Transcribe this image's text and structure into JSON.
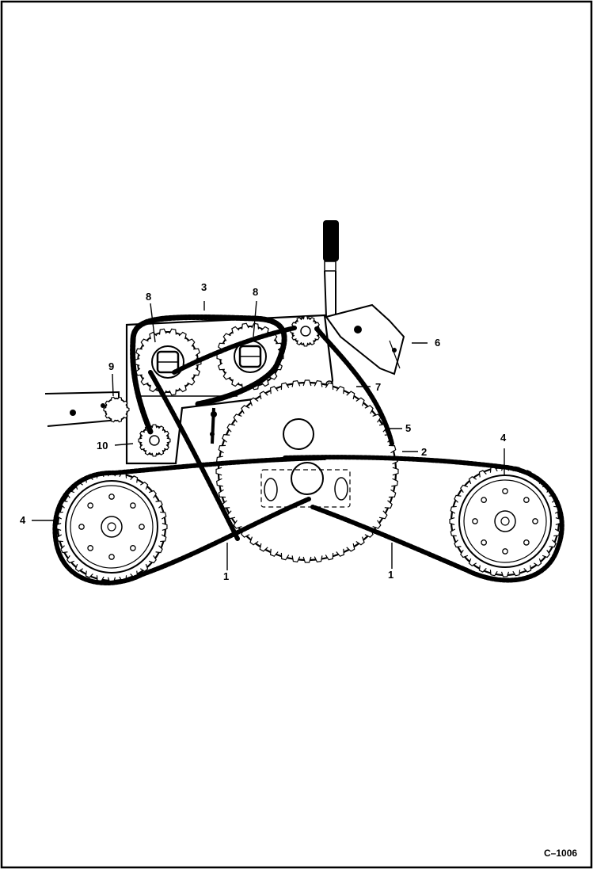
{
  "diagram": {
    "callouts": [
      {
        "id": "c1a",
        "text": "1"
      },
      {
        "id": "c1b",
        "text": "1"
      },
      {
        "id": "c2",
        "text": "2"
      },
      {
        "id": "c3",
        "text": "3"
      },
      {
        "id": "c4a",
        "text": "4"
      },
      {
        "id": "c4b",
        "text": "4"
      },
      {
        "id": "c5",
        "text": "5"
      },
      {
        "id": "c6",
        "text": "6"
      },
      {
        "id": "c7",
        "text": "7"
      },
      {
        "id": "c8a",
        "text": "8"
      },
      {
        "id": "c8b",
        "text": "8"
      },
      {
        "id": "c9",
        "text": "9"
      },
      {
        "id": "c10",
        "text": "10"
      }
    ],
    "figure_code": "C–1006"
  }
}
